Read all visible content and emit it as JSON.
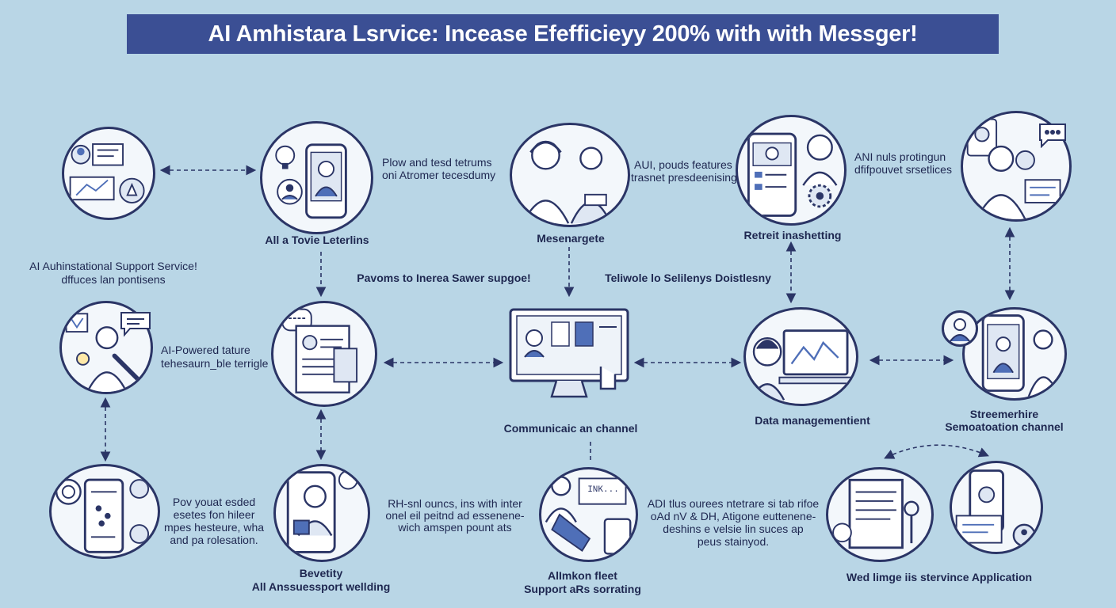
{
  "title": "AI Amhistara Lsrvice: Incease Efefficieyy 200% with with Messger!",
  "labels": {
    "n1_caption": "AI Auhinstational Support Service!",
    "n1_caption2": "dffuces lan pontisens",
    "n2_caption": "All a Tovie Leterlins",
    "n2_desc1": "Plow and tesd tetrums",
    "n2_desc2": "oni Atromer tecesdumy",
    "n3_caption": "Mesenargete",
    "n4_desc1": "AUI, pouds features",
    "n4_desc2": "trasnet presdeenising",
    "n4_caption": "Retreit inashetting",
    "n5_desc1": "ANI nuls protingun",
    "n5_desc2": "dfifpouvet srsetlices",
    "mid_left": "Pavoms to Inerea Sawer supgoe!",
    "mid_right": "Teliwole lo Selilenys Doistlesny",
    "r2_n1_desc1": "AI-Powered tature",
    "r2_n1_desc2": "tehesaurn_ble terrigle",
    "r2_n3_caption": "Communicaic an channel",
    "r2_n4_caption": "Data managementient",
    "r2_n5_caption1": "Streemerhire",
    "r2_n5_caption2": "Semoatoation channel",
    "r3_n1_desc1": "Pov youat esded",
    "r3_n1_desc2": "esetes fon hileer",
    "r3_n1_desc3": "mpes hesteure, wha",
    "r3_n1_desc4": "and pa rolesation.",
    "r3_n2_caption1": "Bevetity",
    "r3_n2_caption2": "All Anssuessport wellding",
    "r3_n2_desc1": "RH-snl ouncs, ins with inter",
    "r3_n2_desc2": "onel eil peitnd ad essenene-",
    "r3_n2_desc3": "wich amspen pount ats",
    "r3_n3_caption1": "AlImkon fleet",
    "r3_n3_caption2": "Support aRs sorrating",
    "r3_n3_desc1": "ADI tlus ourees ntetrare si tab rifoe",
    "r3_n3_desc2": "oAd nV & DH, Atigone euttenene-",
    "r3_n3_desc3": "deshins e velsie lin suces ap",
    "r3_n3_desc4": "peus stainyod.",
    "r3_n4_caption": "Wed limge iis stervince Application",
    "screen_text": "INK..."
  },
  "colors": {
    "background": "#b9d6e6",
    "banner": "#3b4f94",
    "node_fill": "#f3f7fb",
    "ink": "#2b3566",
    "accent": "#4f6fb8"
  },
  "icons": [
    "people-icon",
    "chart-icon",
    "lightbulb-icon",
    "phone-icon",
    "person-icon",
    "gear-icon",
    "monitor-icon",
    "chat-icon",
    "pointer-hand-icon",
    "document-icon",
    "target-icon",
    "shield-icon",
    "clipboard-icon",
    "award-icon"
  ]
}
